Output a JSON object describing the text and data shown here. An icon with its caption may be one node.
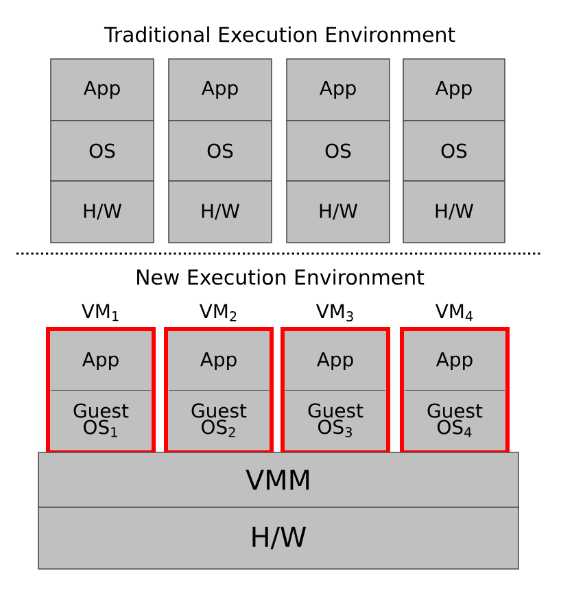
{
  "diagram": {
    "nodes": [
      {
        "text": [
          "App"
        ]
      },
      {
        "text": [
          "App"
        ]
      },
      {
        "text": [
          "App"
        ]
      },
      {
        "text": [
          "App"
        ]
      },
      {
        "text": [
          "OS"
        ]
      },
      {
        "text": [
          "OS"
        ]
      },
      {
        "text": [
          "OS"
        ]
      },
      {
        "text": [
          "OS"
        ]
      },
      {
        "text": [
          "H/W"
        ]
      },
      {
        "text": [
          "H/W"
        ]
      },
      {
        "text": [
          "H/W"
        ]
      },
      {
        "text": [
          "H/W"
        ]
      },
      {
        "text": [
          "VM$_{1}$"
        ]
      },
      {
        "text": [
          "App"
        ],
        "in": 12
      },
      {
        "text": [
          "Guest OS$_{1}$"
        ],
        "in": 12
      },
      {
        "text": [
          "VM$_{2}$"
        ]
      },
      {
        "text": [
          "App"
        ],
        "in": 15
      },
      {
        "text": [
          "Guest OS$_{2}$"
        ],
        "in": 15
      },
      {
        "text": [
          "VM$_{3}$"
        ]
      },
      {
        "text": [
          "App"
        ],
        "in": 18
      },
      {
        "text": [
          "Guest OS$_{3}$"
        ],
        "in": 18
      },
      {
        "text": [
          "VM$_{4}$"
        ]
      },
      {
        "text": [
          "App"
        ],
        "in": 21
      },
      {
        "text": [
          "Guest OS$_{4}$"
        ],
        "in": 21
      },
      {
        "text": [
          "VMM"
        ]
      },
      {
        "text": [
          "H/W"
        ]
      }
    ],
    "labels": [
      "Traditional Execution Environment",
      "New Execution Environment"
    ]
  }
}
